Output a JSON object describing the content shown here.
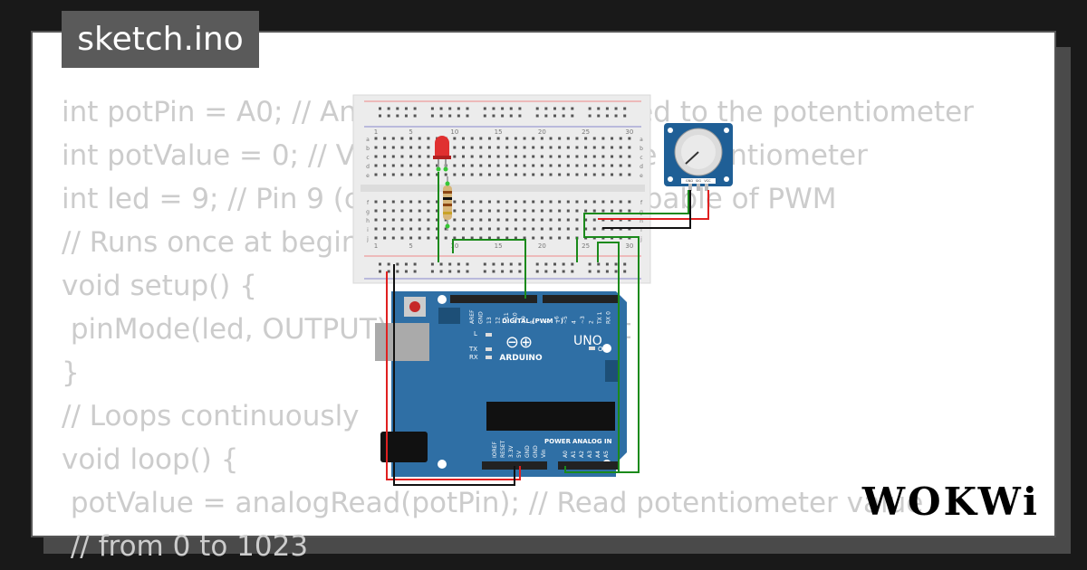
{
  "file_tab": {
    "title": "sketch.ino"
  },
  "code_lines": [
    "int potPin = A0; // Analog pin A0 connected to the potentiometer",
    "int potValue = 0; // Variable that reads the potentiometer",
    "int led = 9; // Pin 9 (connected to LED) capable of PWM",
    "// Runs once at beginning",
    "void setup() {",
    " pinMode(led, OUTPUT); // LED as output",
    "}",
    "// Loops continuously",
    "void loop() {",
    " potValue = analogRead(potPin); // Read potentiometer value",
    " // from 0 to 1023"
  ],
  "breadboard": {
    "column_numbers": [
      "1",
      "5",
      "10",
      "15",
      "20",
      "25",
      "30"
    ],
    "row_letters_top": [
      "a",
      "b",
      "c",
      "d",
      "e"
    ],
    "row_letters_bottom": [
      "f",
      "g",
      "h",
      "i",
      "j"
    ]
  },
  "arduino": {
    "logo_text": "ARDUINO",
    "model": "UNO",
    "digital_label": "DIGITAL (PWM ~)",
    "power_label": "POWER",
    "analog_label": "ANALOG IN",
    "on_label": "ON",
    "l_label": "L",
    "tx_label": "TX",
    "rx_label": "RX",
    "aref_label": "AREF",
    "gnd_label": "GND",
    "power_pins": [
      "IOREF",
      "RESET",
      "3.3V",
      "5V",
      "GND",
      "GND",
      "Vin"
    ],
    "analog_pins": [
      "A0",
      "A1",
      "A2",
      "A3",
      "A4",
      "A5"
    ],
    "digital_pins_left": [
      "13",
      "12",
      "~11",
      "~10",
      "~9",
      "8"
    ],
    "digital_pins_right": [
      "7",
      "~6",
      "~5",
      "4",
      "~3",
      "2",
      "TX 1",
      "RX 0"
    ]
  },
  "potentiometer": {
    "pins": [
      "GND",
      "SIG",
      "VCC"
    ]
  },
  "brand": {
    "name": "WOKWi"
  },
  "colors": {
    "background": "#191919",
    "code_text": "#cccccc",
    "board_blue": "#2f6fa5",
    "wire_green": "#1b8a1b",
    "wire_red": "#e02020",
    "wire_black": "#111111"
  }
}
